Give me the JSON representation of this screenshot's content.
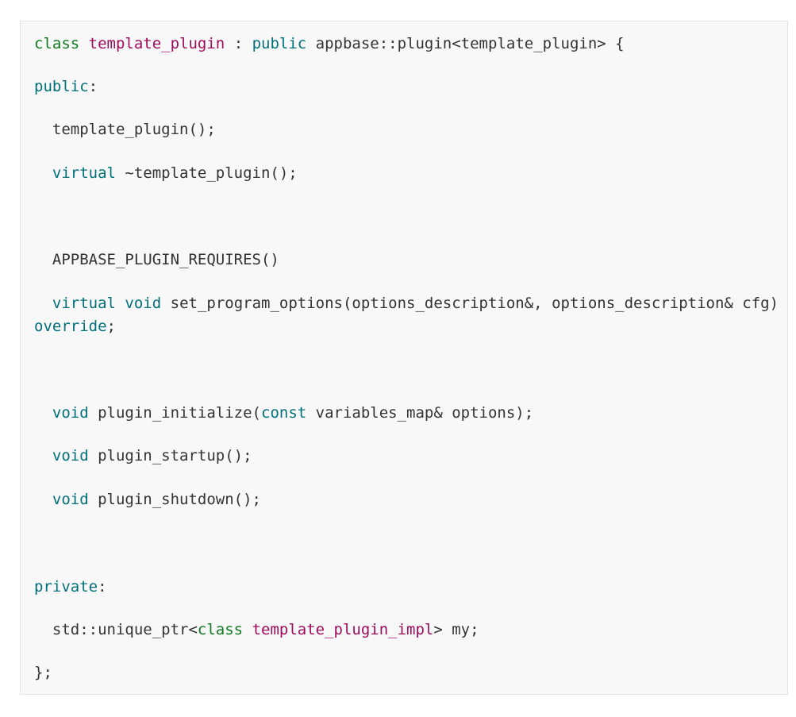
{
  "code": {
    "line1": {
      "kw_class": "class",
      "class_name": "template_plugin",
      "colon": " : ",
      "kw_public": "public",
      "base": " appbase::plugin<template_plugin> {"
    },
    "line2": {
      "kw_public": "public",
      "colon": ":"
    },
    "line3": {
      "text": "  template_plugin();"
    },
    "line4": {
      "indent": "  ",
      "kw_virtual": "virtual",
      "text": " ~template_plugin();"
    },
    "line5": {
      "text": "  APPBASE_PLUGIN_REQUIRES()"
    },
    "line6": {
      "indent": "  ",
      "kw_virtual": "virtual",
      "space": " ",
      "kw_void": "void",
      "text": " set_program_options(options_description&, options_description& cfg)"
    },
    "line7": {
      "kw_override": "override",
      "semicolon": ";"
    },
    "line8": {
      "indent": "  ",
      "kw_void": "void",
      "text_a": " plugin_initialize(",
      "kw_const": "const",
      "text_b": " variables_map& options);"
    },
    "line9": {
      "indent": "  ",
      "kw_void": "void",
      "text": " plugin_startup();"
    },
    "line10": {
      "indent": "  ",
      "kw_void": "void",
      "text": " plugin_shutdown();"
    },
    "line11": {
      "kw_private": "private",
      "colon": ":"
    },
    "line12": {
      "text_a": "  std::unique_ptr<",
      "kw_class": "class",
      "space": " ",
      "class_name": "template_plugin_impl",
      "text_b": "> my;"
    },
    "line13": {
      "text": "};"
    }
  },
  "colors": {
    "keyword": "#00707a",
    "class_keyword": "#0f7a1f",
    "class_name": "#a00a5d",
    "text": "#333333",
    "background": "#f8f8f8",
    "border": "#e3e3e3"
  }
}
